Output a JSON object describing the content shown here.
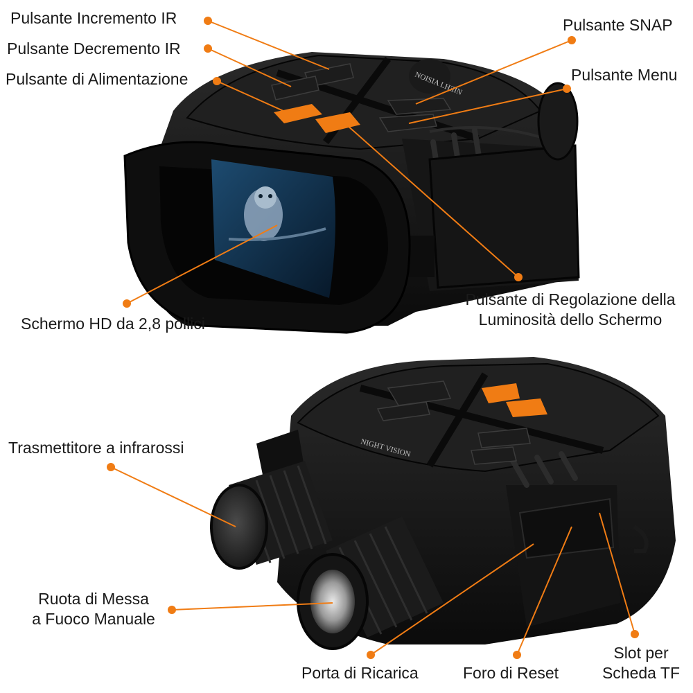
{
  "colors": {
    "accent": "#f07c14",
    "body": "#111111",
    "rubber": "#1c1c1c",
    "screen": "#0f2b45",
    "background": "#ffffff"
  },
  "device_print": {
    "top_brand": "NOISIA LHƎIN",
    "bottom_brand": "NIGHT VISION"
  },
  "labels": {
    "ir_increment": "Pulsante Incremento IR",
    "ir_decrement": "Pulsante Decremento IR",
    "power": "Pulsante di Alimentazione",
    "snap": "Pulsante SNAP",
    "menu": "Pulsante Menu",
    "brightness_line1": "Pulsante di Regolazione della",
    "brightness_line2": "Luminosità dello Schermo",
    "screen": "Schermo HD da 2,8 pollici",
    "ir_transmitter": "Trasmettitore a infrarossi",
    "focus_line1": "Ruota di Messa",
    "focus_line2": "a Fuoco Manuale",
    "charging_port": "Porta di Ricarica",
    "reset_hole": "Foro di Reset",
    "tf_slot_line1": "Slot per",
    "tf_slot_line2": "Scheda TF"
  }
}
